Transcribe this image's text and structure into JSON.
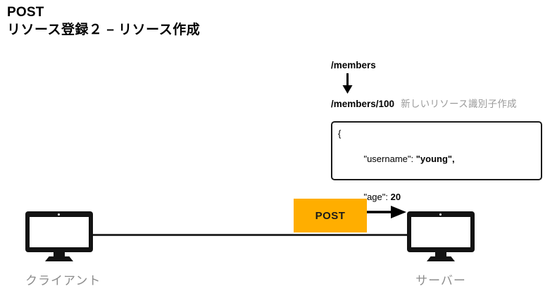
{
  "title": {
    "heading": "POST",
    "subheading": "リソース登録２ – リソース作成"
  },
  "endpoint": {
    "source_path": "/members",
    "created_path": "/members/100",
    "note": "新しいリソース識別子作成",
    "arrow_icon": "arrow-down-icon"
  },
  "request_body": {
    "open_brace": "{",
    "close_brace": "}",
    "fields": [
      {
        "key": "\"username\":",
        "value": "\"young\","
      },
      {
        "key": "\"age\":",
        "value": "20"
      }
    ]
  },
  "diagram": {
    "client": {
      "label": "クライアント",
      "icon": "monitor-icon"
    },
    "server": {
      "label": "サーバー",
      "icon": "monitor-icon"
    },
    "method_chip": {
      "label": "POST",
      "color": "#FFAE00"
    },
    "request_arrow_icon": "arrow-right-icon",
    "wire_color": "#2b2b2b"
  },
  "colors": {
    "accent_orange": "#FFAE00",
    "ink": "#000000",
    "muted_gray": "#8c8c8c",
    "note_gray": "#9a9a9a"
  }
}
